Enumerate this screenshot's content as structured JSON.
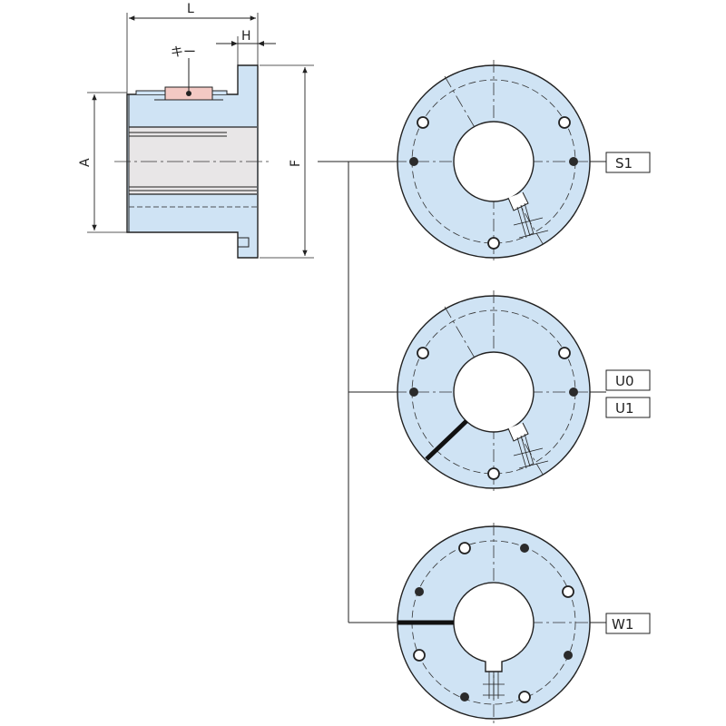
{
  "colors": {
    "body_fill": "#cfe3f4",
    "bore_fill": "#e8e6e7",
    "key_fill": "#f3c9c4",
    "line": "#222222",
    "centerline": "#333333",
    "hole_fill": "#2b2b2b"
  },
  "side_view": {
    "dim_L": "L",
    "dim_H": "H",
    "dim_A": "A",
    "dim_F": "F",
    "key_label": "キー"
  },
  "variants": [
    {
      "id": "s1",
      "labels": [
        "S1"
      ]
    },
    {
      "id": "u",
      "labels": [
        "U0",
        "U1"
      ]
    },
    {
      "id": "w1",
      "labels": [
        "W1"
      ]
    }
  ]
}
